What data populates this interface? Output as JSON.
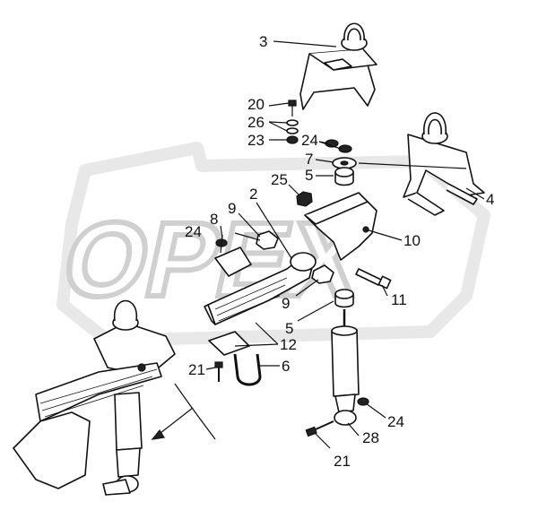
{
  "watermark": "ОРЕХ",
  "callouts": [
    {
      "id": "c3",
      "text": "3"
    },
    {
      "id": "c20",
      "text": "20"
    },
    {
      "id": "c26",
      "text": "26"
    },
    {
      "id": "c23",
      "text": "23"
    },
    {
      "id": "c24a",
      "text": "24"
    },
    {
      "id": "c7",
      "text": "7"
    },
    {
      "id": "c5a",
      "text": "5"
    },
    {
      "id": "c4",
      "text": "4"
    },
    {
      "id": "c25",
      "text": "25"
    },
    {
      "id": "c2",
      "text": "2"
    },
    {
      "id": "c9a",
      "text": "9"
    },
    {
      "id": "c8",
      "text": "8"
    },
    {
      "id": "c24b",
      "text": "24"
    },
    {
      "id": "c10",
      "text": "10"
    },
    {
      "id": "c11",
      "text": "11"
    },
    {
      "id": "c9b",
      "text": "9"
    },
    {
      "id": "c5b",
      "text": "5"
    },
    {
      "id": "c12",
      "text": "12"
    },
    {
      "id": "c21a",
      "text": "21"
    },
    {
      "id": "c6",
      "text": "6"
    },
    {
      "id": "c24c",
      "text": "24"
    },
    {
      "id": "c28",
      "text": "28"
    },
    {
      "id": "c21b",
      "text": "21"
    }
  ]
}
